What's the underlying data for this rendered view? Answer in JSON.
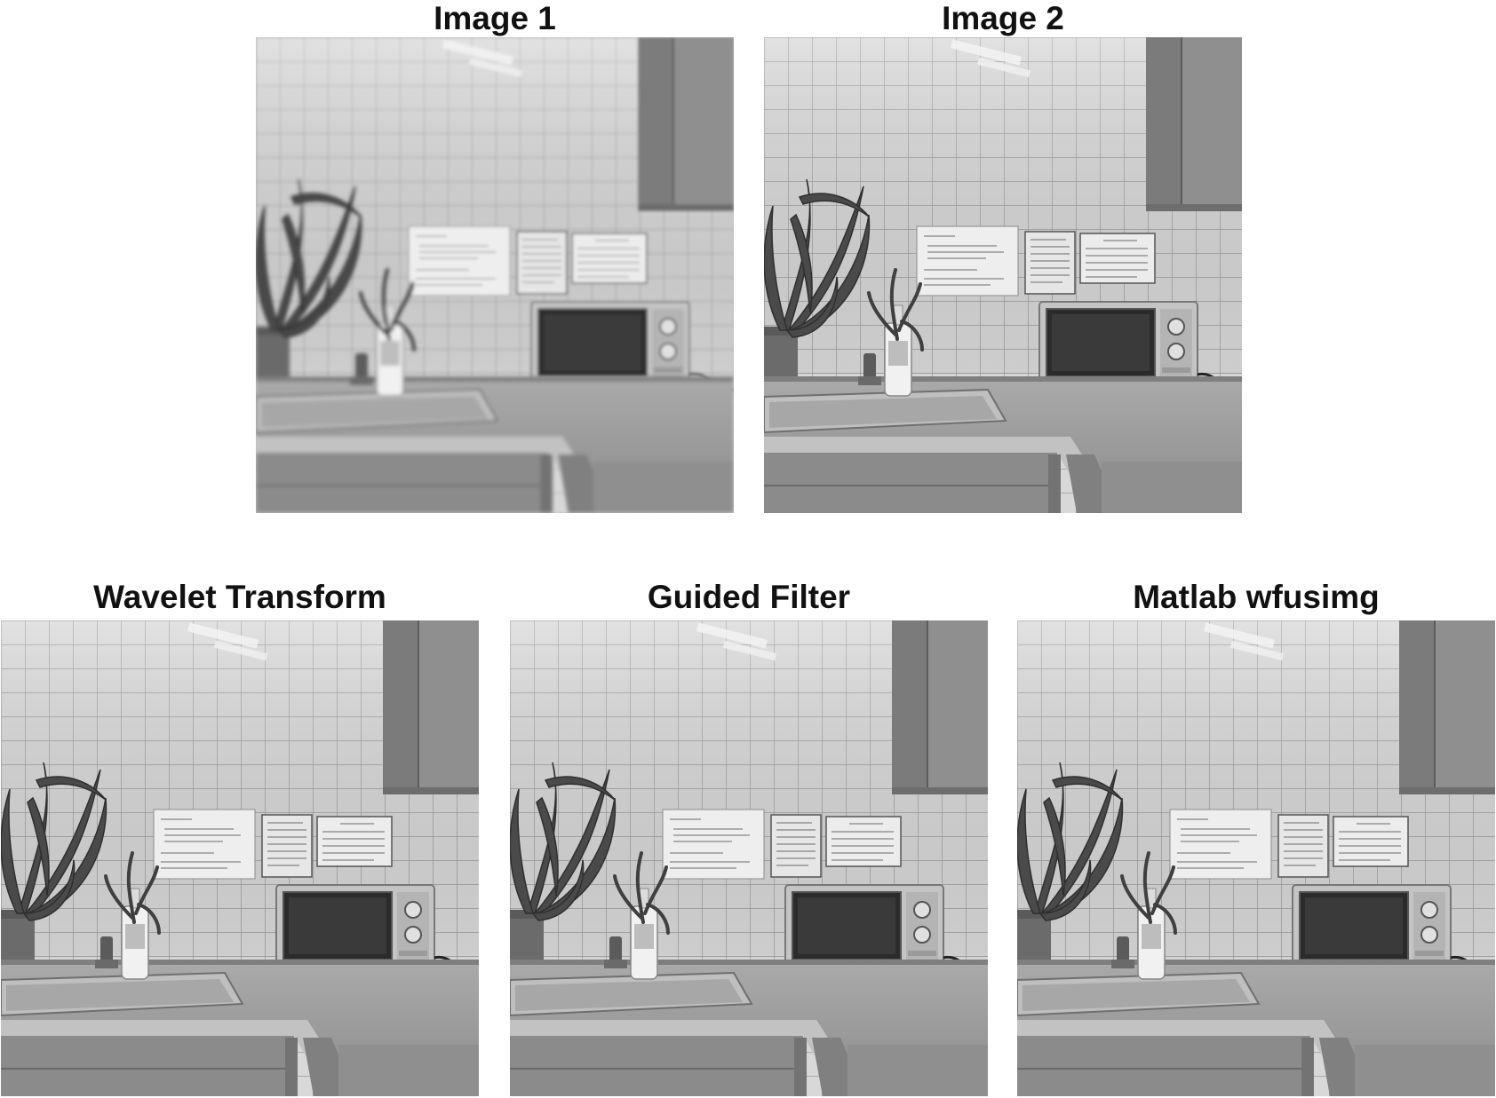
{
  "figure": {
    "panels": [
      {
        "id": "image1",
        "title": "Image 1",
        "focus": "blurred"
      },
      {
        "id": "image2",
        "title": "Image 2",
        "focus": "sharp"
      },
      {
        "id": "wavelet",
        "title": "Wavelet Transform",
        "focus": "sharp"
      },
      {
        "id": "guided",
        "title": "Guided Filter",
        "focus": "sharp"
      },
      {
        "id": "wfusimg",
        "title": "Matlab wfusimg",
        "focus": "sharp"
      }
    ]
  }
}
